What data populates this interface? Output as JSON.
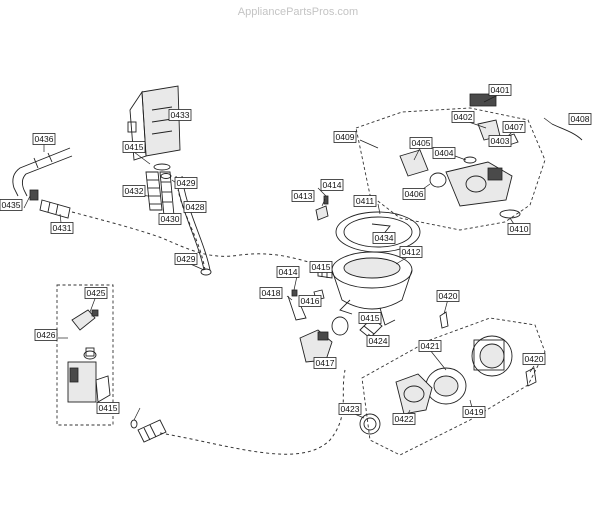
{
  "watermark": "AppliancePartsPros.com",
  "labels": [
    "0401",
    "0402",
    "0403",
    "0404",
    "0405",
    "0406",
    "0407",
    "0408",
    "0409",
    "0410",
    "0411",
    "0412",
    "0413",
    "0414",
    "0415",
    "0416",
    "0417",
    "0418",
    "0419",
    "0420",
    "0421",
    "0422",
    "0423",
    "0424",
    "0425",
    "0426",
    "0428",
    "0429",
    "0430",
    "0431",
    "0432",
    "0433",
    "0434",
    "0435",
    "0436"
  ]
}
